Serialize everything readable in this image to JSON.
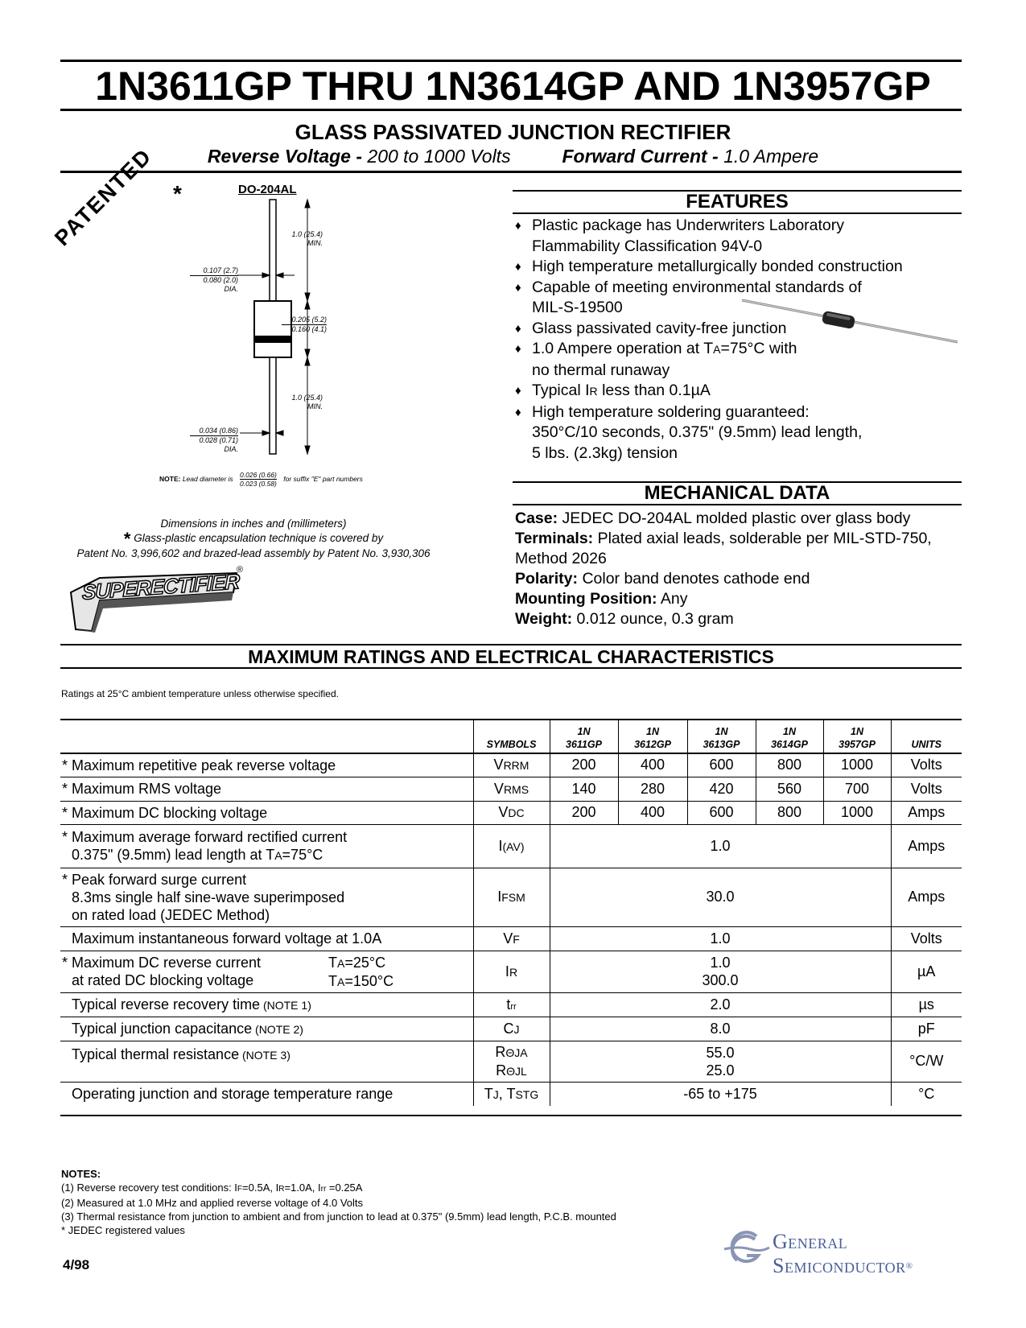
{
  "header": {
    "title": "1N3611GP THRU 1N3614GP AND 1N3957GP",
    "subtitle": "GLASS PASSIVATED JUNCTION RECTIFIER",
    "reverse_voltage_label": "Reverse Voltage -",
    "reverse_voltage_value": " 200 to 1000 Volts",
    "forward_current_label": "Forward Current -",
    "forward_current_value": " 1.0 Ampere"
  },
  "drawing": {
    "package": "DO-204AL",
    "patented": "PATENTED",
    "asterisk": "*",
    "dim_lead_top": [
      "1.0 (25.4)",
      "MIN."
    ],
    "dim_body_dia": [
      "0.107 (2.7)",
      "0.080 (2.0)",
      "DIA."
    ],
    "dim_body_len": [
      "0.205 (5.2)",
      "0.160 (4.1)"
    ],
    "dim_lead_bottom": [
      "1.0 (25.4)",
      "MIN."
    ],
    "dim_lead_dia": [
      "0.034 (0.86)",
      "0.028 (0.71)",
      "DIA."
    ],
    "note_label": "NOTE:",
    "note_text_a": "Lead diameter is",
    "note_frac_top": "0.026 (0.66)",
    "note_frac_bottom": "0.023 (0.58)",
    "note_text_b": "for suffix \"E\" part numbers",
    "caption_1": "Dimensions in inches and (millimeters)",
    "caption_2": "Glass-plastic encapsulation technique is covered by",
    "caption_3": "Patent No. 3,996,602 and brazed-lead assembly by Patent No. 3,930,306",
    "logo_text": "SUPERECTIFIER",
    "logo_mark": "®"
  },
  "features": {
    "title": "FEATURES",
    "bullet": "♦",
    "items": [
      [
        "Plastic package has Underwriters Laboratory",
        "Flammability Classification 94V-0"
      ],
      [
        "High temperature metallurgically bonded construction"
      ],
      [
        "Capable of meeting environmental standards of",
        "MIL-S-19500"
      ],
      [
        "Glass passivated cavity-free junction"
      ],
      [
        "1.0 Ampere operation at T",
        "A",
        "=75°C with",
        "no thermal runaway"
      ],
      [
        "Typical I",
        "R",
        " less than 0.1µA"
      ],
      [
        "High temperature soldering guaranteed:",
        "350°C/10 seconds, 0.375\" (9.5mm) lead length,",
        "5 lbs. (2.3kg) tension"
      ]
    ]
  },
  "mechanical": {
    "title": "MECHANICAL DATA",
    "rows": [
      {
        "label": "Case:",
        "value": " JEDEC DO-204AL molded plastic over glass body"
      },
      {
        "label": "Terminals:",
        "value": " Plated axial leads, solderable per MIL-STD-750,",
        "value2": "Method 2026"
      },
      {
        "label": "Polarity:",
        "value": " Color band denotes cathode end"
      },
      {
        "label": "Mounting Position:",
        "value": " Any"
      },
      {
        "label": "Weight:",
        "value": " 0.012 ounce, 0.3 gram"
      }
    ]
  },
  "ratings": {
    "title": "MAXIMUM RATINGS AND ELECTRICAL CHARACTERISTICS",
    "note": "Ratings at 25°C ambient temperature unless otherwise specified.",
    "headers": {
      "symbols": "SYMBOLS",
      "parts": [
        [
          "1N",
          "3611GP"
        ],
        [
          "1N",
          "3612GP"
        ],
        [
          "1N",
          "3613GP"
        ],
        [
          "1N",
          "3614GP"
        ],
        [
          "1N",
          "3957GP"
        ]
      ],
      "units": "UNITS"
    },
    "rows": [
      {
        "desc": [
          "* Maximum repetitive peak reverse voltage"
        ],
        "sym": [
          "V",
          "RRM"
        ],
        "values": [
          "200",
          "400",
          "600",
          "800",
          "1000"
        ],
        "unit": "Volts"
      },
      {
        "desc": [
          "* Maximum RMS voltage"
        ],
        "sym": [
          "V",
          "RMS"
        ],
        "values": [
          "140",
          "280",
          "420",
          "560",
          "700"
        ],
        "unit": "Volts"
      },
      {
        "desc": [
          "* Maximum DC blocking voltage"
        ],
        "sym": [
          "V",
          "DC"
        ],
        "values": [
          "200",
          "400",
          "600",
          "800",
          "1000"
        ],
        "unit": "Amps"
      },
      {
        "desc": [
          "* Maximum average forward rectified current",
          "0.375\" (9.5mm) lead length at T",
          "A",
          "=75°C"
        ],
        "sym": [
          "I",
          "(AV)"
        ],
        "value": "1.0",
        "unit": "Amps"
      },
      {
        "desc": [
          "* Peak forward surge current",
          "8.3ms single half sine-wave superimposed",
          "on rated load (JEDEC Method)"
        ],
        "sym": [
          "I",
          "FSM"
        ],
        "value": "30.0",
        "unit": "Amps"
      },
      {
        "desc": [
          "Maximum instantaneous forward voltage at 1.0A"
        ],
        "sym": [
          "V",
          "F"
        ],
        "value": "1.0",
        "unit": "Volts"
      },
      {
        "desc": [
          "* Maximum DC reverse current",
          "at rated DC blocking voltage"
        ],
        "cond": [
          [
            "T",
            "A",
            "=25°C"
          ],
          [
            "T",
            "A",
            "=150°C"
          ]
        ],
        "sym": [
          "I",
          "R"
        ],
        "value": [
          "1.0",
          "300.0"
        ],
        "unit": "µA"
      },
      {
        "desc": [
          "Typical reverse recovery time",
          " (NOTE 1)"
        ],
        "sym": [
          "t",
          "rr"
        ],
        "value": "2.0",
        "unit": "µs"
      },
      {
        "desc": [
          "Typical junction capacitance",
          " (NOTE 2)"
        ],
        "sym": [
          "C",
          "J"
        ],
        "value": "8.0",
        "unit": "pF"
      },
      {
        "desc": [
          "Typical thermal resistance",
          " (NOTE 3)"
        ],
        "sym": [
          [
            "R",
            "ΘJA"
          ],
          [
            "R",
            "ΘJL"
          ]
        ],
        "value": [
          "55.0",
          "25.0"
        ],
        "unit": "°C/W"
      },
      {
        "desc": [
          "Operating junction and storage temperature range"
        ],
        "sym": [
          "T",
          "J",
          ", T",
          "STG"
        ],
        "value": "-65 to +175",
        "unit": "°C"
      }
    ]
  },
  "notes": {
    "title": "NOTES:",
    "n1": [
      "(1) Reverse recovery test conditions: I",
      "F",
      "=0.5A, I",
      "R",
      "=1.0A, I",
      "rr",
      " =0.25A"
    ],
    "n2": "(2) Measured at 1.0 MHz and applied reverse voltage of 4.0 Volts",
    "n3": "(3) Thermal resistance from junction to ambient and from junction to lead at 0.375\" (9.5mm) lead length, P.C.B. mounted",
    "n4": "* JEDEC registered values"
  },
  "footer": {
    "page_code": "4/98",
    "company_line1": "General",
    "company_line2": "Semiconductor",
    "company_mark": "®"
  }
}
